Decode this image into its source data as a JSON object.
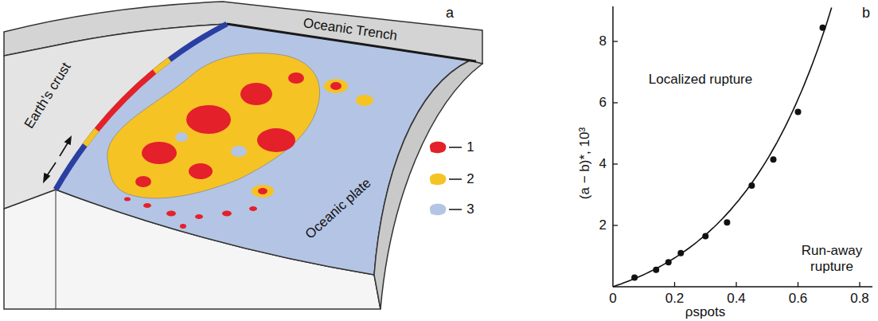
{
  "diagram": {
    "labels": [
      "a",
      "Earth's crust",
      "Oceanic Trench",
      "Oceanic plate",
      "b",
      "Localized rupture",
      "Run-away rupture",
      "(a − b)*, 10³",
      "ρspots",
      "0",
      "0.2",
      "0.4",
      "0.6",
      "0.8",
      "2",
      "4",
      "6",
      "8"
    ],
    "legend": [
      {
        "text": "1",
        "color": "#e4202a"
      },
      {
        "text": "2",
        "color": "#f6c324"
      },
      {
        "text": "3",
        "color": "#b4c4e4"
      }
    ]
  }
}
